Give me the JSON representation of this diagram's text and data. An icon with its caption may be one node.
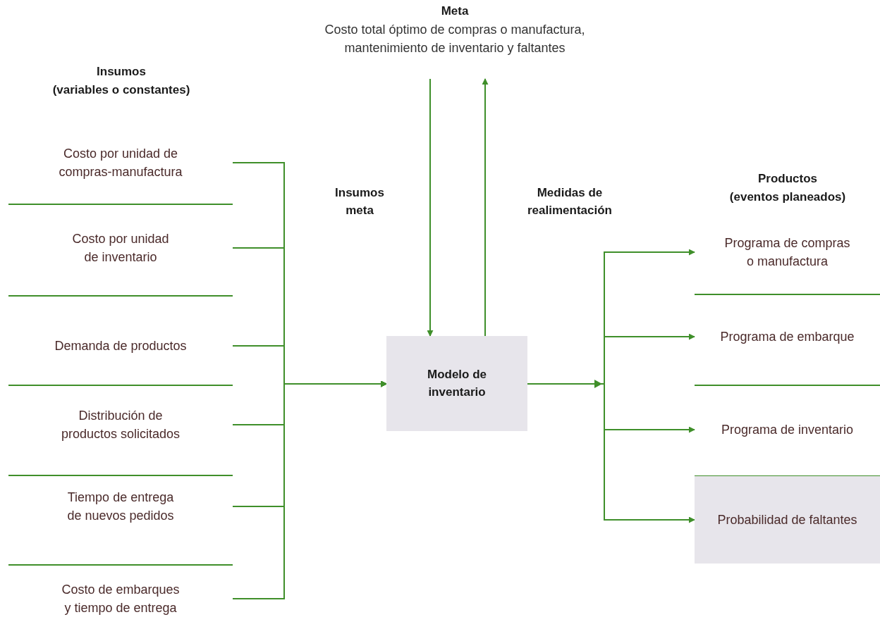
{
  "diagram": {
    "nodes": [
      {
        "text": [
          "Meta",
          "Costo total óptimo de compras o manufactura, mantenimiento de inventario y faltantes"
        ]
      },
      {
        "text": [
          "Costo por unidad de compras-manufactura"
        ]
      },
      {
        "text": [
          "Costo por unidad de inventario"
        ]
      },
      {
        "text": [
          "Demanda de productos"
        ]
      },
      {
        "text": [
          "Distribución de productos solicitados"
        ]
      },
      {
        "text": [
          "Tiempo de entrega de nuevos pedidos"
        ]
      },
      {
        "text": [
          "Costo de embarques y tiempo de entrega"
        ]
      },
      {
        "text": [
          "Modelo de inventario"
        ]
      },
      {
        "text": [
          "Programa de compras o manufactura"
        ]
      },
      {
        "text": [
          "Programa de embarque"
        ]
      },
      {
        "text": [
          "Programa de inventario"
        ]
      },
      {
        "text": [
          "Probabilidad de faltantes"
        ]
      }
    ],
    "edges": [
      {
        "from": 1,
        "to": 7,
        "arrow": "to"
      },
      {
        "from": 2,
        "to": 7,
        "arrow": "to"
      },
      {
        "from": 3,
        "to": 7,
        "arrow": "to"
      },
      {
        "from": 4,
        "to": 7,
        "arrow": "to"
      },
      {
        "from": 5,
        "to": 7,
        "arrow": "to"
      },
      {
        "from": 6,
        "to": 7,
        "arrow": "to"
      },
      {
        "from": 7,
        "to": 8,
        "arrow": "to"
      },
      {
        "from": 7,
        "to": 9,
        "arrow": "to"
      },
      {
        "from": 7,
        "to": 10,
        "arrow": "to"
      },
      {
        "from": 7,
        "to": 11,
        "arrow": "to"
      },
      {
        "from": 0,
        "to": 7,
        "arrow": "to",
        "label": "Insumos meta"
      },
      {
        "from": 7,
        "to": 0,
        "arrow": "to",
        "label": "Medidas de realimentación"
      }
    ],
    "labels": [
      "Insumos",
      "(variables o constantes)",
      "Productos",
      "(eventos planeados)"
    ]
  }
}
